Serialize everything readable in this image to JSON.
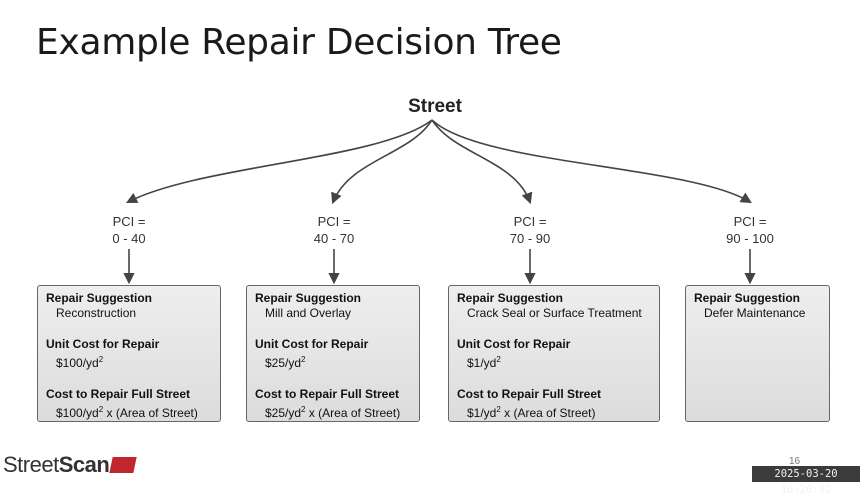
{
  "title": "Example Repair Decision Tree",
  "root": "Street",
  "branches": [
    {
      "pci_line1": "PCI =",
      "pci_line2": "0 - 40",
      "suggestion_label": "Repair Suggestion",
      "suggestion": "Reconstruction",
      "unit_cost_label": "Unit Cost for Repair",
      "unit_cost_prefix": "$100/yd",
      "unit_cost_sup": "2",
      "full_cost_label": "Cost to Repair Full Street",
      "full_cost_prefix": "$100/yd",
      "full_cost_sup": "2",
      "full_cost_suffix": " x (Area of Street)"
    },
    {
      "pci_line1": "PCI =",
      "pci_line2": "40 - 70",
      "suggestion_label": "Repair Suggestion",
      "suggestion": "Mill and Overlay",
      "unit_cost_label": "Unit Cost for Repair",
      "unit_cost_prefix": "$25/yd",
      "unit_cost_sup": "2",
      "full_cost_label": "Cost to Repair Full Street",
      "full_cost_prefix": "$25/yd",
      "full_cost_sup": "2",
      "full_cost_suffix": " x (Area of Street)"
    },
    {
      "pci_line1": "PCI =",
      "pci_line2": "70 - 90",
      "suggestion_label": "Repair Suggestion",
      "suggestion": "Crack Seal or Surface Treatment",
      "unit_cost_label": "Unit Cost for Repair",
      "unit_cost_prefix": "$1/yd",
      "unit_cost_sup": "2",
      "full_cost_label": "Cost to Repair Full Street",
      "full_cost_prefix": "$1/yd",
      "full_cost_sup": "2",
      "full_cost_suffix": " x (Area of Street)"
    },
    {
      "pci_line1": "PCI =",
      "pci_line2": "90 - 100",
      "suggestion_label": "Repair Suggestion",
      "suggestion": "Defer Maintenance"
    }
  ],
  "logo": {
    "part1": "Street",
    "part2": "Scan"
  },
  "page_number": "16",
  "timestamp": "2025-03-20 10:20:02"
}
